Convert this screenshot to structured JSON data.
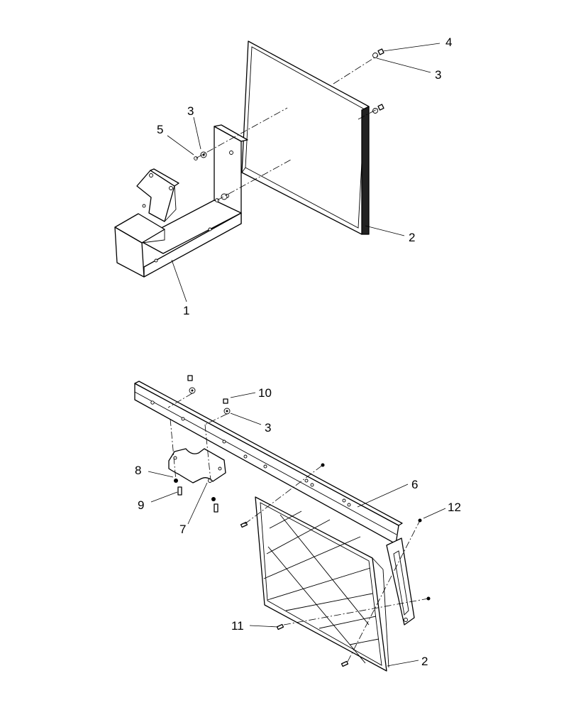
{
  "diagram": {
    "upper_assembly": {
      "callouts": {
        "bracket": "1",
        "panel": "2",
        "washer_bracket": "3",
        "washer_panel": "3",
        "nut": "4",
        "bolt": "5"
      }
    },
    "lower_assembly": {
      "callouts": {
        "panel": "2",
        "washer": "3",
        "mount_bar": "6",
        "clamp_plate": "7",
        "lock_washer": "8",
        "bolt": "9",
        "nut": "10",
        "screw": "11",
        "rivet": "12"
      }
    }
  }
}
